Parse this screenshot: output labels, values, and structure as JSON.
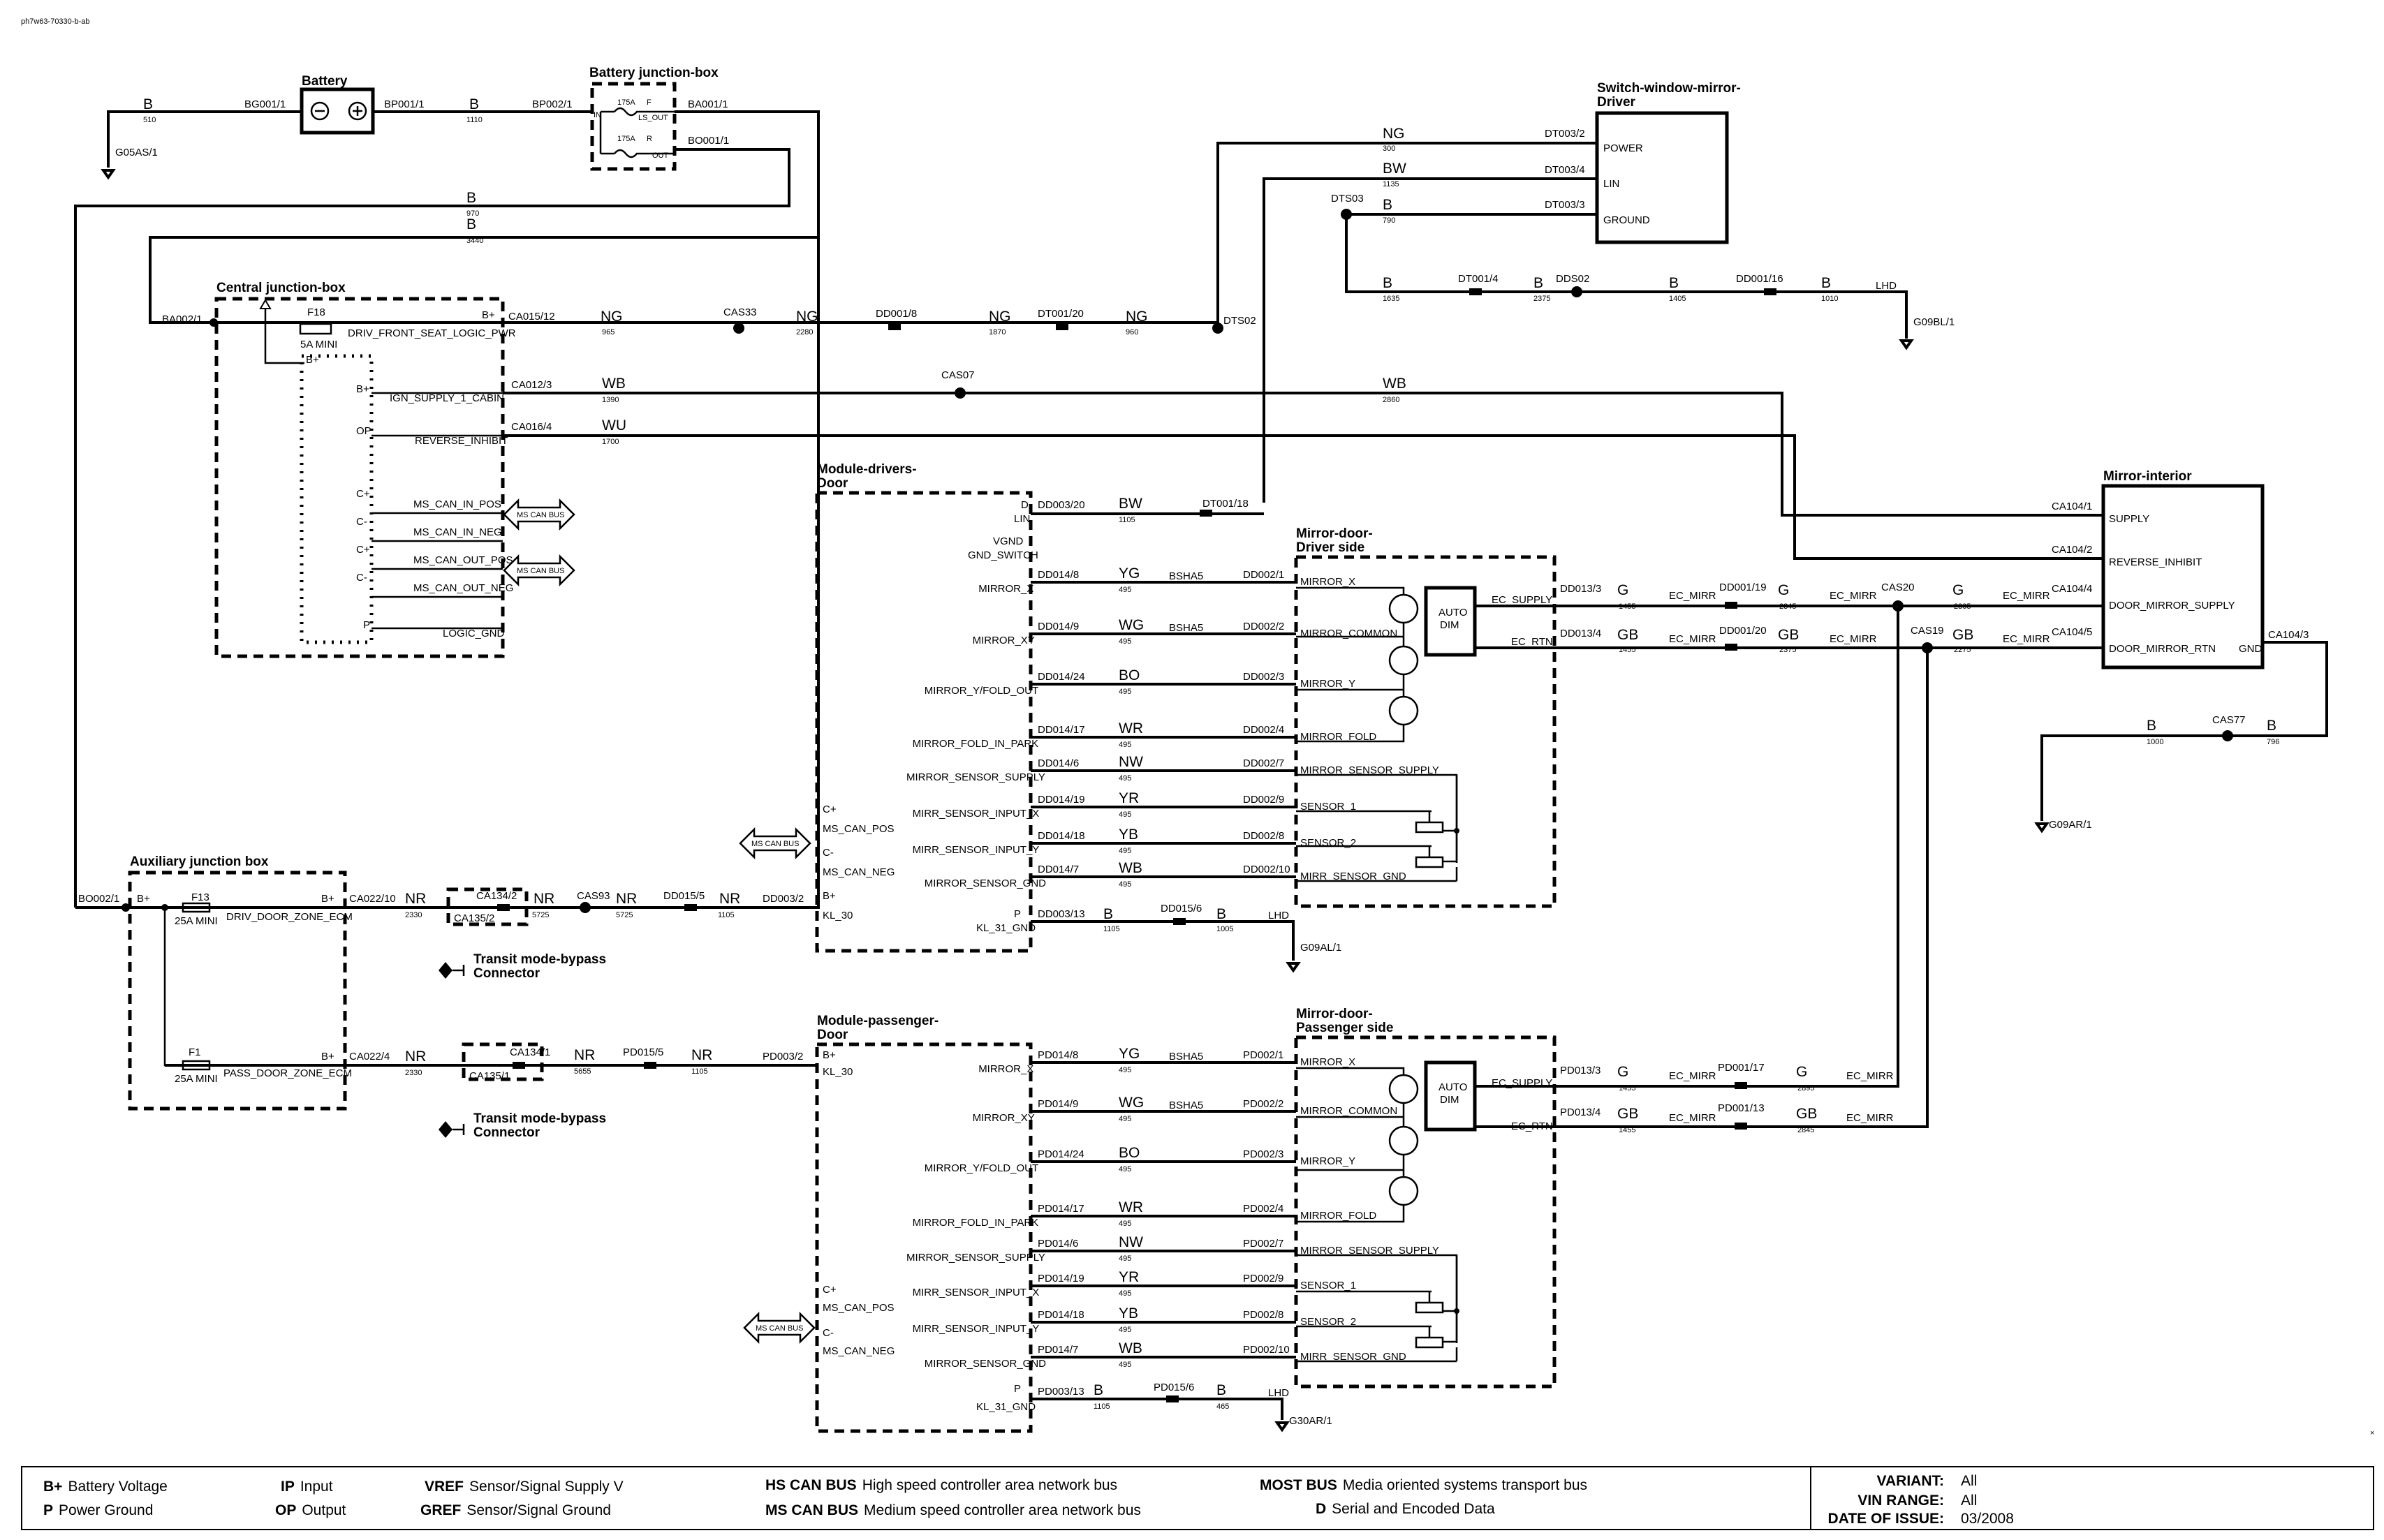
{
  "doc_id": "ph7w63-70330-b-ab",
  "blocks": {
    "battery": "Battery",
    "battery_jbox": "Battery junction-box",
    "central_jbox": "Central junction-box",
    "aux_jbox": "Auxiliary junction box",
    "switch_mirror": [
      "Switch-window-mirror-",
      "Driver"
    ],
    "module_drivers": [
      "Module-drivers-",
      "Door"
    ],
    "module_pass": [
      "Module-passenger-",
      "Door"
    ],
    "mirror_driver": [
      "Mirror-door-",
      "Driver side"
    ],
    "mirror_pass": [
      "Mirror-door-",
      "Passenger side"
    ],
    "mirror_interior": "Mirror-interior",
    "transit": [
      "Transit mode-bypass",
      "Connector"
    ],
    "autodim": [
      "AUTO",
      "DIM"
    ]
  },
  "top": {
    "BG001": "BG001/1",
    "BP001": "BP001/1",
    "BP002": "BP002/1",
    "BA001": "BA001/1",
    "BO001": "BO001/1",
    "G05AS": "G05AS/1",
    "B": "B",
    "w510": "510",
    "w1110": "1110",
    "w970": "970",
    "w3440": "3440",
    "fuse175": "175A",
    "F": "F",
    "R": "R",
    "LS_OUT": "LS_OUT",
    "OUT": "OUT",
    "IN": "IN"
  },
  "switch": {
    "DT003_2": "DT003/2",
    "DT003_4": "DT003/4",
    "DT003_3": "DT003/3",
    "POWER": "POWER",
    "LIN": "LIN",
    "GROUND": "GROUND",
    "NG": "NG",
    "BW": "BW",
    "B": "B",
    "w300": "300",
    "w1135": "1135",
    "w790": "790",
    "DTS03": "DTS03",
    "DT001_4": "DT001/4",
    "DDS02": "DDS02",
    "DD001_16": "DD001/16",
    "w1635": "1635",
    "w2375": "2375",
    "w1405": "1405",
    "w1010": "1010",
    "LHD": "LHD",
    "G09BL": "G09BL/1"
  },
  "central": {
    "BA002": "BA002/1",
    "F18": "F18",
    "mini5": "5A MINI",
    "Bp": "B+",
    "OP": "OP",
    "Cp": "C+",
    "Cm": "C-",
    "P": "P",
    "CA015": "CA015/12",
    "CA012": "CA012/3",
    "CA016": "CA016/4",
    "DRIV": "DRIV_FRONT_SEAT_LOGIC_PWR",
    "IGN": "IGN_SUPPLY_1_CABIN",
    "REV": "REVERSE_INHIBIT",
    "ms_in_pos": "MS_CAN_IN_POS",
    "ms_in_neg": "MS_CAN_IN_NEG",
    "ms_out_pos": "MS_CAN_OUT_POS",
    "ms_out_neg": "MS_CAN_OUT_NEG",
    "logic": "LOGIC_GND",
    "mscan": "MS CAN BUS",
    "NG": "NG",
    "WB": "WB",
    "WU": "WU",
    "w965": "965",
    "w1390": "1390",
    "w1700": "1700",
    "CAS33": "CAS33",
    "w2280": "2280",
    "DD001_8": "DD001/8",
    "w1870": "1870",
    "DT001_20": "DT001/20",
    "w960": "960",
    "DTS02": "DTS02",
    "CAS07": "CAS07",
    "w2860": "2860"
  },
  "aux": {
    "BO002": "BO002/1",
    "Bp": "B+",
    "F13": "F13",
    "mini25": "25A MINI",
    "F1": "F1",
    "CA022_10": "CA022/10",
    "CA022_4": "CA022/4",
    "DRIV": "DRIV_DOOR_ZONE_ECM",
    "PASS": "PASS_DOOR_ZONE_ECM",
    "NR": "NR",
    "w2330": "2330",
    "CA134_2": "CA134/2",
    "CA135_2": "CA135/2",
    "CA134_1": "CA134/1",
    "CA135_1": "CA135/1",
    "w5725": "5725",
    "w5655": "5655",
    "CAS93": "CAS93",
    "DD015_5": "DD015/5",
    "w1105": "1105",
    "DD003_2": "DD003/2",
    "PD015_5": "PD015/5",
    "PD003_2": "PD003/2"
  },
  "interior": {
    "CA104_1": "CA104/1",
    "CA104_2": "CA104/2",
    "CA104_4": "CA104/4",
    "CA104_5": "CA104/5",
    "CA104_3": "CA104/3",
    "SUPPLY": "SUPPLY",
    "REV": "REVERSE_INHIBIT",
    "DMS": "DOOR_MIRROR_SUPPLY",
    "DMR": "DOOR_MIRROR_RTN",
    "GND": "GND",
    "BW": "BW",
    "DT001_18": "DT001/18",
    "w1105": "1105",
    "B": "B",
    "w1000": "1000",
    "CAS77": "CAS77",
    "w796": "796",
    "G09AR": "G09AR/1"
  },
  "driver": {
    "pre": "DD014",
    "pre2": "DD002",
    "pre3": "DD013",
    "pre4": "DD001",
    "pre5": "DD003",
    "pre6": "DD015",
    "colors": [
      "YG",
      "WG",
      "BO",
      "WR",
      "NW",
      "YR",
      "YB",
      "WB"
    ],
    "w495": "495",
    "BSHA5": "BSHA5",
    "mod_pins": [
      "MIRROR_X",
      "MIRROR_XY",
      "MIRROR_Y/FOLD_OUT",
      "MIRROR_FOLD_IN_PARK",
      "MIRROR_SENSOR_SUPPLY",
      "MIRR_SENSOR_INPUT_X",
      "MIRR_SENSOR_INPUT_Y",
      "MIRROR_SENSOR_GND"
    ],
    "mod_nums": [
      "/8",
      "/9",
      "/24",
      "/17",
      "/6",
      "/19",
      "/18",
      "/7"
    ],
    "mir_pins": [
      "MIRROR_X",
      "MIRROR_COMMON",
      "MIRROR_Y",
      "MIRROR_FOLD",
      "MIRROR_SENSOR_SUPPLY",
      "SENSOR_1",
      "SENSOR_2",
      "MIRR_SENSOR_GND"
    ],
    "mir_nums": [
      "/1",
      "/2",
      "/3",
      "/4",
      "/7",
      "/9",
      "/8",
      "/10"
    ],
    "D": "D",
    "LIN": "LIN",
    "VGND": "VGND",
    "GND_SWITCH": "GND_SWITCH",
    "DD003_20": "DD003/20",
    "Cp": "C+",
    "Cm": "C-",
    "MSP": "MS_CAN_POS",
    "MSN": "MS_CAN_NEG",
    "Bp": "B+",
    "KL30": "KL_30",
    "P": "P",
    "KL31": "KL_31_GND",
    "DD003_13": "DD003/13",
    "B": "B",
    "w1105": "1105",
    "DD015_6": "DD015/6",
    "w1005": "1005",
    "LHD": "LHD",
    "G09AL": "G09AL/1",
    "ECS": "EC_SUPPLY",
    "ECR": "EC_RTN",
    "ECM": "EC_MIRR",
    "DD013_3": "DD013/3",
    "DD013_4": "DD013/4",
    "G": "G",
    "GB": "GB",
    "w1455": "1455",
    "DD001_19": "DD001/19",
    "DD001_20": "DD001/20",
    "w2345": "2345",
    "w2375": "2375",
    "CAS20": "CAS20",
    "CAS19": "CAS19",
    "w2305": "2305",
    "w2275": "2275"
  },
  "pass": {
    "pre": "PD014",
    "pre2": "PD002",
    "w495": "495",
    "BSHA5": "BSHA5",
    "Cp": "C+",
    "Cm": "C-",
    "MSP": "MS_CAN_POS",
    "MSN": "MS_CAN_NEG",
    "Bp": "B+",
    "KL30": "KL_30",
    "P": "P",
    "KL31": "KL_31_GND",
    "PD003_13": "PD003/13",
    "B": "B",
    "w1105": "1105",
    "PD015_6": "PD015/6",
    "w465": "465",
    "LHD": "LHD",
    "G30AR": "G30AR/1",
    "ECS": "EC_SUPPLY",
    "ECR": "EC_RTN",
    "ECM": "EC_MIRR",
    "PD013_3": "PD013/3",
    "PD013_4": "PD013/4",
    "G": "G",
    "GB": "GB",
    "w1455": "1455",
    "PD001_17": "PD001/17",
    "PD001_13": "PD001/13",
    "w2895": "2895",
    "w2845": "2845"
  },
  "legend": {
    "bp_k": "B+",
    "bp_v": "Battery Voltage",
    "p_k": "P",
    "p_v": "Power Ground",
    "ip_k": "IP",
    "ip_v": "Input",
    "op_k": "OP",
    "op_v": "Output",
    "vref_k": "VREF",
    "vref_v": "Sensor/Signal Supply V",
    "gref_k": "GREF",
    "gref_v": "Sensor/Signal Ground",
    "hs_k": "HS CAN BUS",
    "hs_v": "High speed controller area network bus",
    "ms_k": "MS CAN BUS",
    "ms_v": "Medium speed controller area network bus",
    "most_k": "MOST BUS",
    "most_v": "Media oriented systems transport bus",
    "d_k": "D",
    "d_v": "Serial and Encoded Data",
    "variant_k": "VARIANT:",
    "variant_v": "All",
    "vin_k": "VIN RANGE:",
    "vin_v": "All",
    "date_k": "DATE OF ISSUE:",
    "date_v": "03/2008"
  }
}
